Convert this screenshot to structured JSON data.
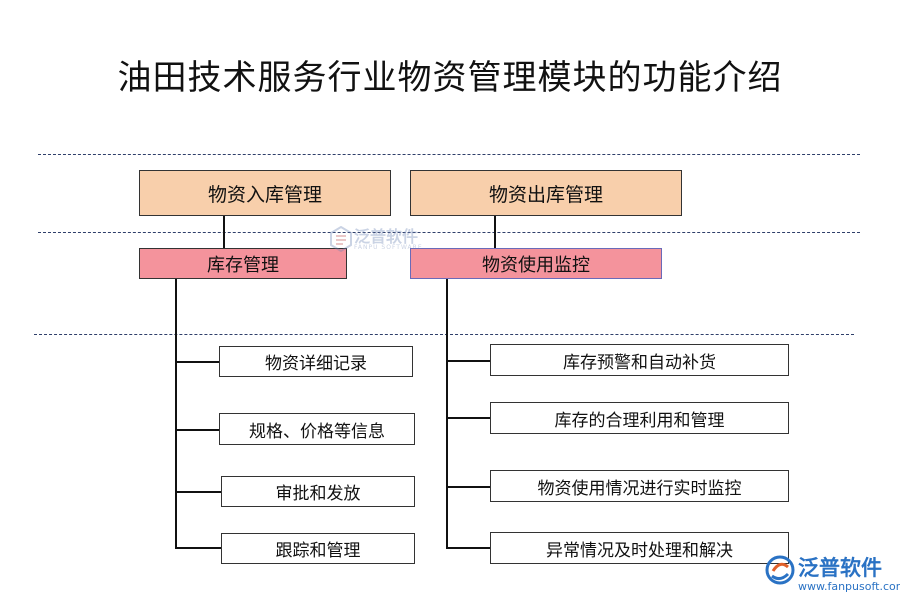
{
  "title": "油田技术服务行业物资管理模块的功能介绍",
  "top": {
    "inbound": "物资入库管理",
    "outbound": "物资出库管理"
  },
  "middle": {
    "inventory": "库存管理",
    "monitor": "物资使用监控"
  },
  "left_items": [
    "物资详细记录",
    "规格、价格等信息",
    "审批和发放",
    "跟踪和管理"
  ],
  "right_items": [
    "库存预警和自动补货",
    "库存的合理利用和管理",
    "物资使用情况进行实时监控",
    "异常情况及时处理和解决"
  ],
  "watermark": {
    "center_text": "泛普软件",
    "center_sub": "FANPU SOFTWARE",
    "corner_brand": "泛普软件",
    "corner_url": "www.fanpusoft.com"
  }
}
